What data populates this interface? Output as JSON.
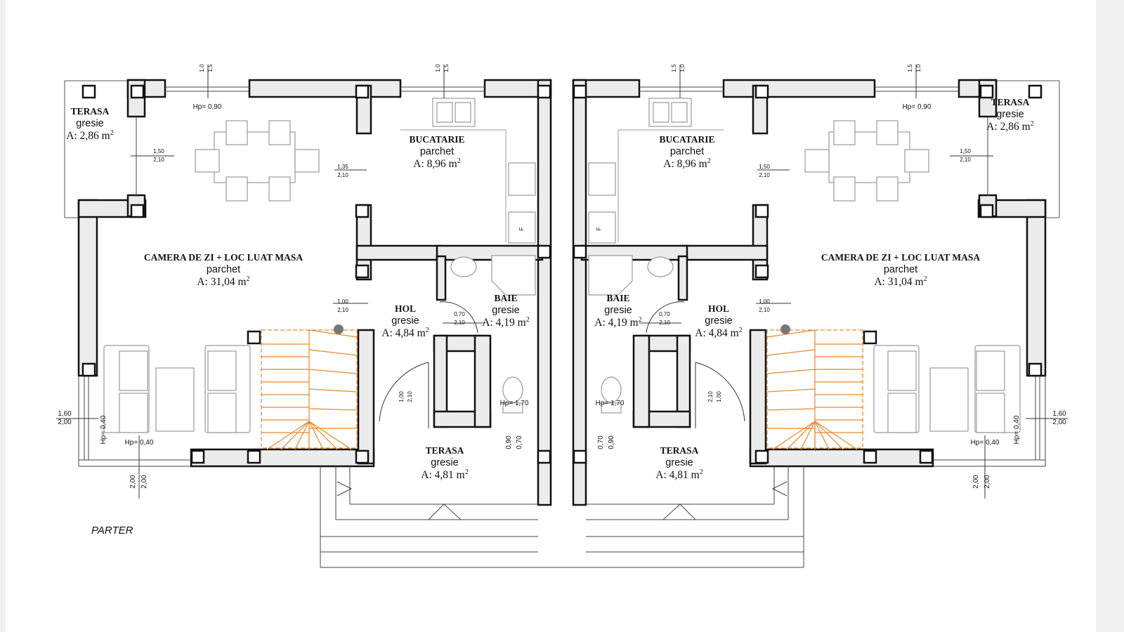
{
  "plan": {
    "sheet_label": "PARTER",
    "area_unit": "m",
    "area_exp": "2",
    "colors": {
      "wall_fill": "#ececec",
      "wall_stroke": "#111111",
      "stair": "#e8892b",
      "furniture": "#9a9a9a",
      "dim_line": "#333333"
    },
    "units": [
      {
        "rooms": [
          {
            "id": "terasa-top",
            "title": "TERASA",
            "material": "gresie",
            "area": "A: 2,86 "
          },
          {
            "id": "bucatarie",
            "title": "BUCATARIE",
            "material": "parchet",
            "area": "A: 8,96 "
          },
          {
            "id": "camera",
            "title": "CAMERA DE ZI + LOC LUAT MASA",
            "material": "parchet",
            "area": "A: 31,04 "
          },
          {
            "id": "hol",
            "title": "HOL",
            "material": "gresie",
            "area": "A: 4,84 "
          },
          {
            "id": "baie",
            "title": "BAIE",
            "material": "gresie",
            "area": "A: 4,19 "
          },
          {
            "id": "terasa-bottom",
            "title": "TERASA",
            "material": "gresie",
            "area": "A: 4,81 "
          }
        ],
        "annotations": {
          "hp_090": "Hp= 0,90",
          "hp_040_left": "Hp= 0,40",
          "hp_040_bottom": "Hp= 0,40",
          "hp_170": "Hp= 1,70",
          "door_terasa": [
            "1,50",
            "2,10"
          ],
          "door_bucatarie": [
            "1,35",
            "2,10"
          ],
          "door_hol": [
            "1,00",
            "2,10"
          ],
          "door_baie": [
            "0,70",
            "2,10"
          ],
          "door_entry": [
            "1,00",
            "2,10"
          ],
          "win_side": [
            "1,60",
            "2,00"
          ],
          "win_bottom": [
            "2,00",
            "2,00"
          ],
          "win_terasa": [
            "0,90",
            "0,70"
          ],
          "win_top1": [
            "1,0",
            "1,5"
          ],
          "win_top2": [
            "1,0",
            "1,5"
          ],
          "fridge": "F"
        }
      },
      {
        "rooms": [
          {
            "id": "terasa-top",
            "title": "TERASA",
            "material": "gresie",
            "area": "A: 2,86 "
          },
          {
            "id": "bucatarie",
            "title": "BUCATARIE",
            "material": "parchet",
            "area": "A: 8,96 "
          },
          {
            "id": "camera",
            "title": "CAMERA DE ZI + LOC LUAT MASA",
            "material": "parchet",
            "area": "A: 31,04 "
          },
          {
            "id": "hol",
            "title": "HOL",
            "material": "gresie",
            "area": "A: 4,84 "
          },
          {
            "id": "baie",
            "title": "BAIE",
            "material": "gresie",
            "area": "A: 4,19 "
          },
          {
            "id": "terasa-bottom",
            "title": "TERASA",
            "material": "gresie",
            "area": "A: 4,81 "
          }
        ],
        "annotations": {
          "hp_090": "Hp= 0,90",
          "hp_040_left": "Hp= 0,40",
          "hp_040_bottom": "Hp= 0,40",
          "hp_170": "Hp= 1,70",
          "door_terasa": [
            "1,50",
            "2,10"
          ],
          "door_bucatarie": [
            "1,50",
            "2,10"
          ],
          "door_hol": [
            "1,00",
            "2,10"
          ],
          "door_baie": [
            "0,70",
            "2,10"
          ],
          "door_entry": [
            "1,00",
            "2,10"
          ],
          "win_side": [
            "1,60",
            "2,00"
          ],
          "win_bottom": [
            "2,00",
            "2,00"
          ],
          "win_terasa": [
            "0,90",
            "0,70"
          ],
          "win_top1": [
            "1,0",
            "1,5"
          ],
          "win_top2": [
            "1,0",
            "1,5"
          ],
          "fridge": "F"
        }
      }
    ]
  }
}
